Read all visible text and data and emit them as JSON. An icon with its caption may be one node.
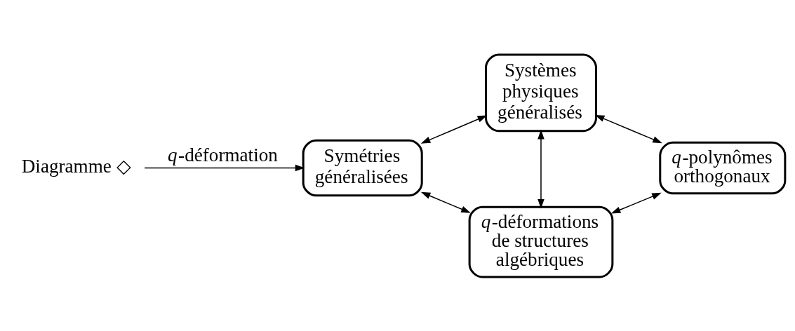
{
  "diagram": {
    "nodes": [
      {
        "text": [
          "Diagramme ◇"
        ]
      },
      {
        "text": [
          "Systèmes physiques généralisés"
        ]
      },
      {
        "text": [
          "Symétries généralisées"
        ]
      },
      {
        "text": [
          "*q*-polynômes orthogonaux"
        ]
      },
      {
        "text": [
          "*q*-déformations de structures algébriques"
        ]
      }
    ],
    "edges": [
      {
        "from": 0,
        "to": 2,
        "arrow": "to",
        "label": "*q*-déformation"
      },
      {
        "from": 2,
        "to": 1,
        "arrow": "both"
      },
      {
        "from": 1,
        "to": 3,
        "arrow": "both"
      },
      {
        "from": 1,
        "to": 4,
        "arrow": "both"
      },
      {
        "from": 2,
        "to": 4,
        "arrow": "both"
      },
      {
        "from": 3,
        "to": 4,
        "arrow": "both"
      }
    ]
  }
}
